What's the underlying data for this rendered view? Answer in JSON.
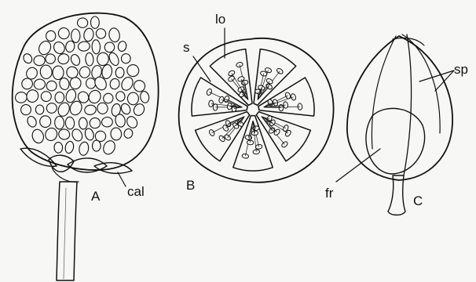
{
  "panels": [
    {
      "id": "A",
      "label": "A",
      "parts": [
        {
          "label": "cal"
        }
      ]
    },
    {
      "id": "B",
      "label": "B",
      "parts": [
        {
          "label": "s"
        },
        {
          "label": "lo"
        }
      ]
    },
    {
      "id": "C",
      "label": "C",
      "parts": [
        {
          "label": "sp"
        },
        {
          "label": "fr"
        }
      ]
    }
  ],
  "colors": {
    "ink": "#111111",
    "paper": "#f7f7f5"
  }
}
